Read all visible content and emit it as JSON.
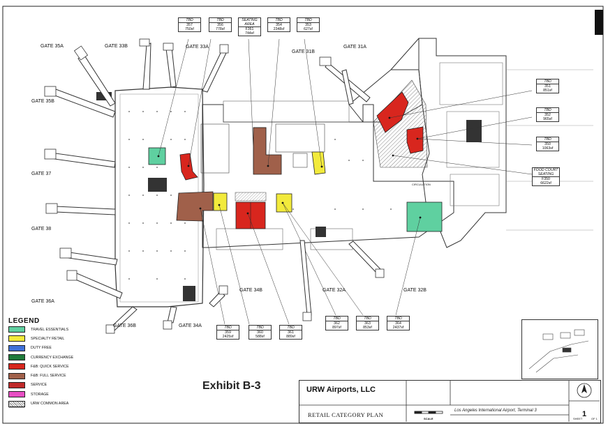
{
  "legend": {
    "title": "LEGEND",
    "items": [
      {
        "label": "TRAVEL ESSENTIALS",
        "color": "#5fd0a0"
      },
      {
        "label": "SPECIALTY RETAIL",
        "color": "#f2ea3c"
      },
      {
        "label": "DUTY FREE",
        "color": "#3e6fd8"
      },
      {
        "label": "CURRENCY EXCHANGE",
        "color": "#1f7a3a"
      },
      {
        "label": "F&B: QUICK SERVICE",
        "color": "#d8261e"
      },
      {
        "label": "F&B: FULL SERVICE",
        "color": "#a0604a"
      },
      {
        "label": "SERVICE",
        "color": "#c02a2a"
      },
      {
        "label": "STORAGE",
        "color": "#e84fc4"
      },
      {
        "label": "URW COMMON AREA",
        "color": "hatch"
      }
    ]
  },
  "gates": {
    "g35a": "GATE 35A",
    "g33b": "GATE 33B",
    "g33a": "GATE 33A",
    "g31b": "GATE 31B",
    "g31a": "GATE 31A",
    "g35b": "GATE 35B",
    "g37": "GATE 37",
    "g38": "GATE 38",
    "g36a": "GATE 36A",
    "g36b": "GATE 36B",
    "g34a": "GATE 34A",
    "g34b": "GATE 34B",
    "g32a": "GATE 32A",
    "g32b": "GATE 32B"
  },
  "tags": {
    "t357": {
      "head": "TBD",
      "num": "357",
      "area": "750sf"
    },
    "t356": {
      "head": "TBD",
      "num": "356",
      "area": "778sf"
    },
    "t361": {
      "head": "SEATING AREA",
      "num": "F361",
      "area": "744sf"
    },
    "t354": {
      "head": "TBD",
      "num": "354",
      "area": "2348sf"
    },
    "t353": {
      "head": "TBD",
      "num": "353",
      "area": "627sf"
    },
    "t351": {
      "head": "TBD",
      "num": "351",
      "area": "851sf"
    },
    "t352": {
      "head": "TBD",
      "num": "352",
      "area": "965sf"
    },
    "t350": {
      "head": "TBD",
      "num": "350",
      "area": "1063sf"
    },
    "tf350": {
      "head": "FOOD COURT SEATING",
      "num": "F350",
      "area": "6622sf"
    },
    "t359": {
      "head": "TBD",
      "num": "359",
      "area": "2425sf"
    },
    "t360": {
      "head": "TBD",
      "num": "360",
      "area": "588sf"
    },
    "t361b": {
      "head": "TBD",
      "num": "361",
      "area": "889sf"
    },
    "t362": {
      "head": "TBD",
      "num": "362",
      "area": "897sf"
    },
    "t363": {
      "head": "TBD",
      "num": "363",
      "area": "853sf"
    },
    "t364": {
      "head": "TBD",
      "num": "364",
      "area": "2437sf"
    }
  },
  "labels": {
    "circulation": "CIRCULATION",
    "exhibit": "Exhibit B-3",
    "company": "URW Airports, LLC",
    "plan_title": "RETAIL CATEGORY PLAN",
    "scale": "SCALE",
    "airport": "Los Angeles International Airport, Terminal 3",
    "sheet": "SHEET",
    "sheet_num": "1",
    "sheet_of": "OF 1"
  }
}
